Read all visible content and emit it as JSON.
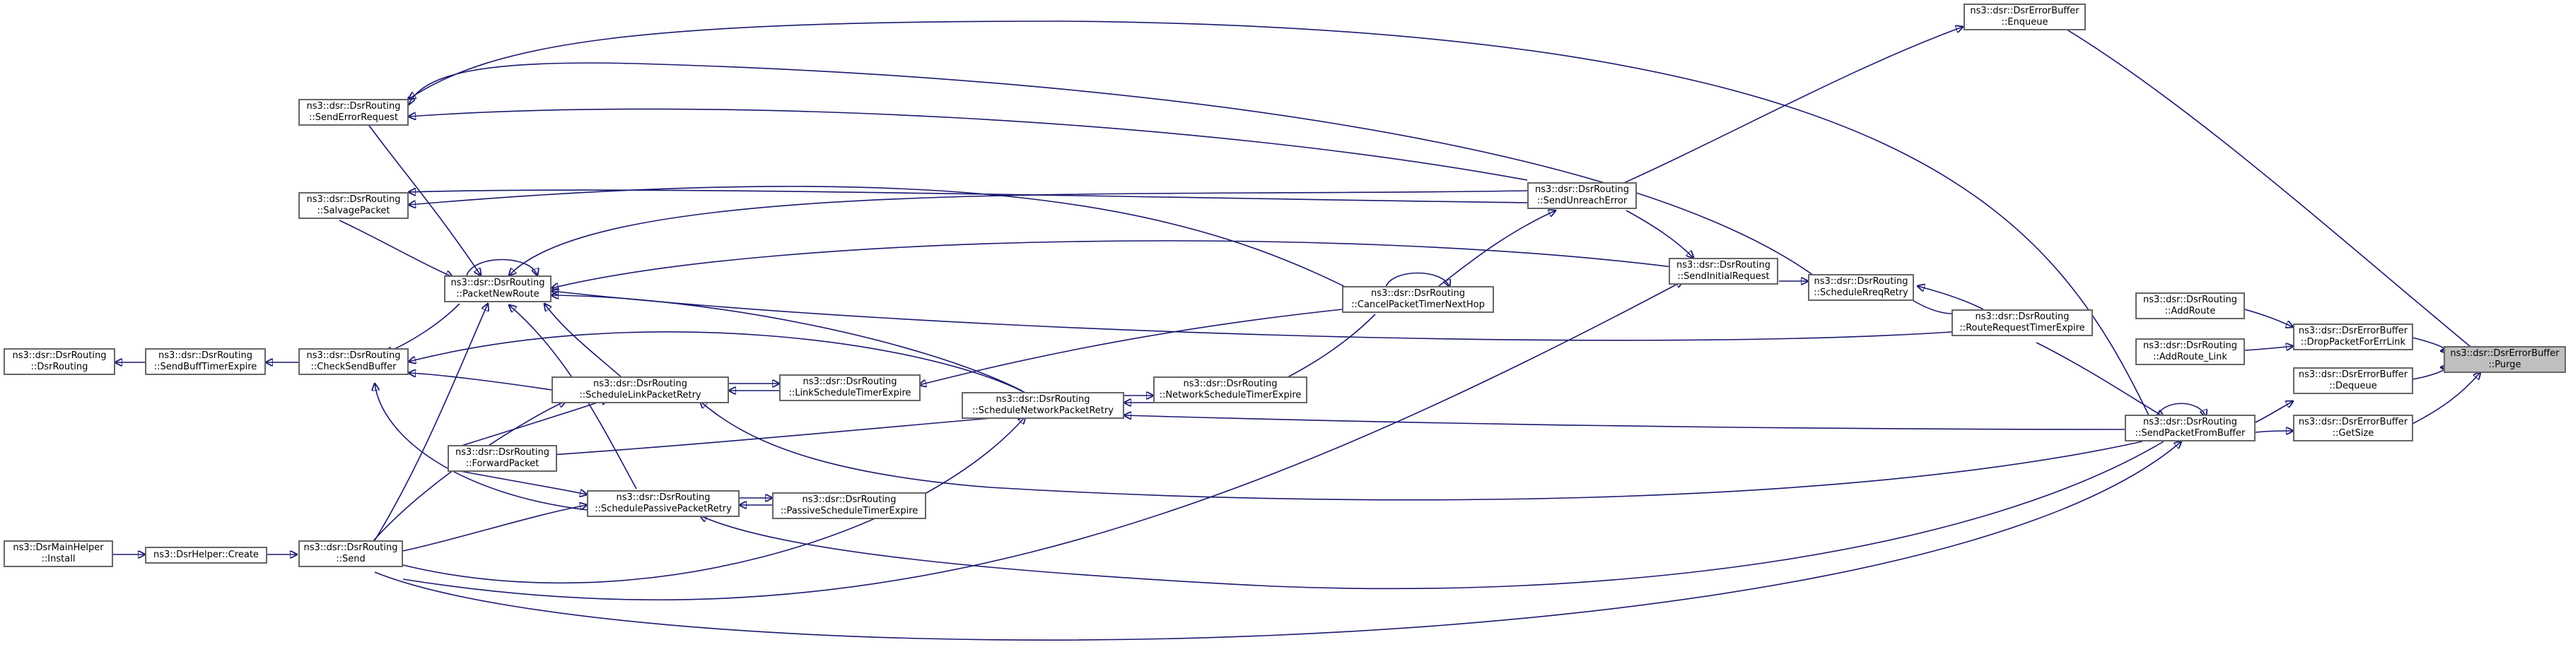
{
  "graph": {
    "nodes": {
      "purge": {
        "l1": "ns3::dsr::DsrErrorBuffer",
        "l2": "::Purge",
        "highlight": true
      },
      "enqueue": {
        "l1": "ns3::dsr::DsrErrorBuffer",
        "l2": "::Enqueue"
      },
      "dropPacketForErrLink": {
        "l1": "ns3::dsr::DsrErrorBuffer",
        "l2": "::DropPacketForErrLink"
      },
      "dequeue": {
        "l1": "ns3::dsr::DsrErrorBuffer",
        "l2": "::Dequeue"
      },
      "getSize": {
        "l1": "ns3::dsr::DsrErrorBuffer",
        "l2": "::GetSize"
      },
      "addRoute": {
        "l1": "ns3::dsr::DsrRouting",
        "l2": "::AddRoute"
      },
      "addRouteLink": {
        "l1": "ns3::dsr::DsrRouting",
        "l2": "::AddRoute_Link"
      },
      "sendPacketFromBuffer": {
        "l1": "ns3::dsr::DsrRouting",
        "l2": "::SendPacketFromBuffer"
      },
      "routeRequestTimerExpire": {
        "l1": "ns3::dsr::DsrRouting",
        "l2": "::RouteRequestTimerExpire"
      },
      "scheduleRreqRetry": {
        "l1": "ns3::dsr::DsrRouting",
        "l2": "::ScheduleRreqRetry"
      },
      "sendInitialRequest": {
        "l1": "ns3::dsr::DsrRouting",
        "l2": "::SendInitialRequest"
      },
      "sendUnreachError": {
        "l1": "ns3::dsr::DsrRouting",
        "l2": "::SendUnreachError"
      },
      "cancelPacketTimerNextHop": {
        "l1": "ns3::dsr::DsrRouting",
        "l2": "::CancelPacketTimerNextHop"
      },
      "networkScheduleTimerExpire": {
        "l1": "ns3::dsr::DsrRouting",
        "l2": "::NetworkScheduleTimerExpire"
      },
      "scheduleNetworkPacketRetry": {
        "l1": "ns3::dsr::DsrRouting",
        "l2": "::ScheduleNetworkPacketRetry"
      },
      "linkScheduleTimerExpire": {
        "l1": "ns3::dsr::DsrRouting",
        "l2": "::LinkScheduleTimerExpire"
      },
      "passiveScheduleTimerExpire": {
        "l1": "ns3::dsr::DsrRouting",
        "l2": "::PassiveScheduleTimerExpire"
      },
      "scheduleLinkPacketRetry": {
        "l1": "ns3::dsr::DsrRouting",
        "l2": "::ScheduleLinkPacketRetry"
      },
      "schedulePassivePacketRetry": {
        "l1": "ns3::dsr::DsrRouting",
        "l2": "::SchedulePassivePacketRetry"
      },
      "forwardPacket": {
        "l1": "ns3::dsr::DsrRouting",
        "l2": "::ForwardPacket"
      },
      "sendErrorRequest": {
        "l1": "ns3::dsr::DsrRouting",
        "l2": "::SendErrorRequest"
      },
      "salvagePacket": {
        "l1": "ns3::dsr::DsrRouting",
        "l2": "::SalvagePacket"
      },
      "packetNewRoute": {
        "l1": "ns3::dsr::DsrRouting",
        "l2": "::PacketNewRoute"
      },
      "checkSendBuffer": {
        "l1": "ns3::dsr::DsrRouting",
        "l2": "::CheckSendBuffer"
      },
      "send": {
        "l1": "ns3::dsr::DsrRouting",
        "l2": "::Send"
      },
      "sendBuffTimerExpire": {
        "l1": "ns3::dsr::DsrRouting",
        "l2": "::SendBuffTimerExpire"
      },
      "dsrRouting": {
        "l1": "ns3::dsr::DsrRouting",
        "l2": "::DsrRouting"
      },
      "dsrHelperCreate": {
        "l1": "ns3::DsrHelper::Create",
        "l2": ""
      },
      "dsrMainHelperInstall": {
        "l1": "ns3::DsrMainHelper",
        "l2": "::Install"
      }
    }
  }
}
